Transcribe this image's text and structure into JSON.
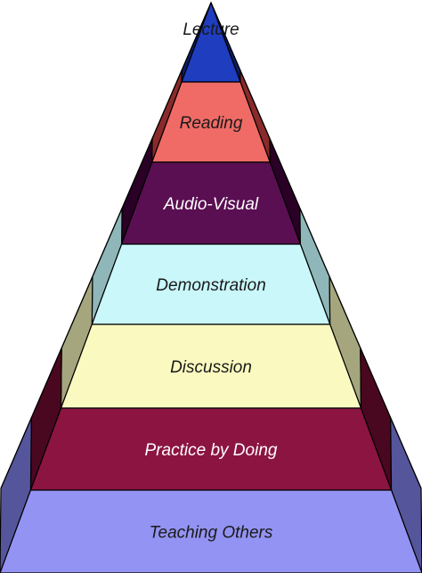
{
  "diagram": {
    "type": "pyramid",
    "tiers": [
      {
        "label": "Lecture",
        "front_color": "#1f3dbf",
        "side_color": "#0d1f66",
        "text_color": "#1a1a1a"
      },
      {
        "label": "Reading",
        "front_color": "#f06b66",
        "side_color": "#8a2a2a",
        "text_color": "#1a1a1a"
      },
      {
        "label": "Audio-Visual",
        "front_color": "#5a0f52",
        "side_color": "#2a0026",
        "text_color": "#ffffff"
      },
      {
        "label": "Demonstration",
        "front_color": "#c9f7fa",
        "side_color": "#8fb7b9",
        "text_color": "#1a1a1a"
      },
      {
        "label": "Discussion",
        "front_color": "#fafac0",
        "side_color": "#a6a67e",
        "text_color": "#1a1a1a"
      },
      {
        "label": "Practice by Doing",
        "front_color": "#8c1440",
        "side_color": "#4a0820",
        "text_color": "#ffffff"
      },
      {
        "label": "Teaching Others",
        "front_color": "#9393f3",
        "side_color": "#55559c",
        "text_color": "#1a1a1a"
      }
    ]
  }
}
